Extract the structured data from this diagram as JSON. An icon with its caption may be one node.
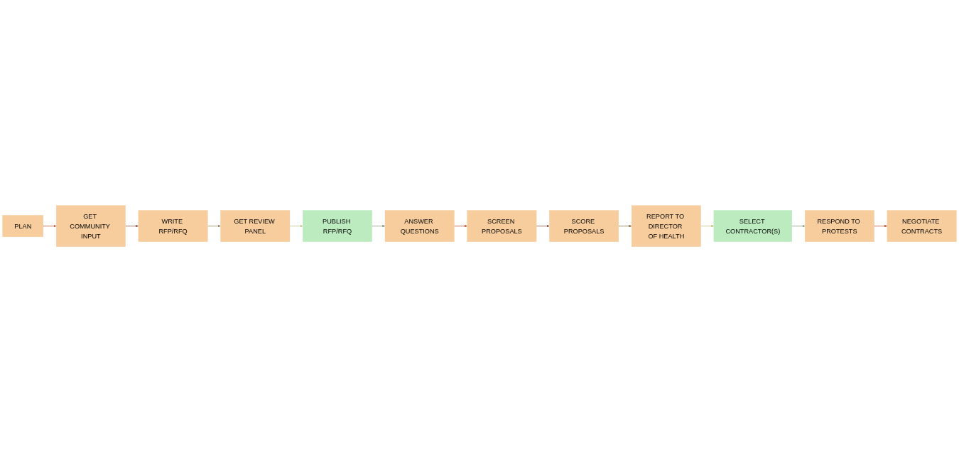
{
  "diagram": {
    "nodes": [
      {
        "text": [
          "PLAN"
        ]
      },
      {
        "text": [
          "GET COMMUNITY INPUT"
        ]
      },
      {
        "text": [
          "WRITE RFP/RFQ"
        ]
      },
      {
        "text": [
          "GET REVIEW PANEL"
        ]
      },
      {
        "text": [
          "PUBLISH RFP/RFQ"
        ]
      },
      {
        "text": [
          "ANSWER QUESTIONS"
        ]
      },
      {
        "text": [
          "SCREEN PROPOSALS"
        ]
      },
      {
        "text": [
          "SCORE PROPOSALS"
        ]
      },
      {
        "text": [
          "REPORT TO DIRECTOR OF HEALTH"
        ]
      },
      {
        "text": [
          "SELECT CONTRACTOR(S)"
        ]
      },
      {
        "text": [
          "RESPOND TO PROTESTS"
        ]
      },
      {
        "text": [
          "NEGOTIATE CONTRACTS"
        ]
      }
    ],
    "edges": [
      {
        "from": 0,
        "to": 1,
        "arrow": "to",
        "color": "#c55a3a"
      },
      {
        "from": 1,
        "to": 2,
        "arrow": "to",
        "color": "#8b5a4a"
      },
      {
        "from": 2,
        "to": 3,
        "arrow": "to",
        "color": "#9b8b6a"
      },
      {
        "from": 3,
        "to": 4,
        "arrow": "to",
        "color": "#c4c48a"
      },
      {
        "from": 4,
        "to": 5,
        "arrow": "to",
        "color": "#8a9a80"
      },
      {
        "from": 5,
        "to": 6,
        "arrow": "to",
        "color": "#c55a3a"
      },
      {
        "from": 6,
        "to": 7,
        "arrow": "to",
        "color": "#8b5a4a"
      },
      {
        "from": 7,
        "to": 8,
        "arrow": "to",
        "color": "#8b7a50"
      },
      {
        "from": 8,
        "to": 9,
        "arrow": "to",
        "color": "#c4c48a"
      },
      {
        "from": 9,
        "to": 10,
        "arrow": "to",
        "color": "#8a9a80"
      },
      {
        "from": 10,
        "to": 11,
        "arrow": "to",
        "color": "#c55a3a"
      }
    ]
  }
}
